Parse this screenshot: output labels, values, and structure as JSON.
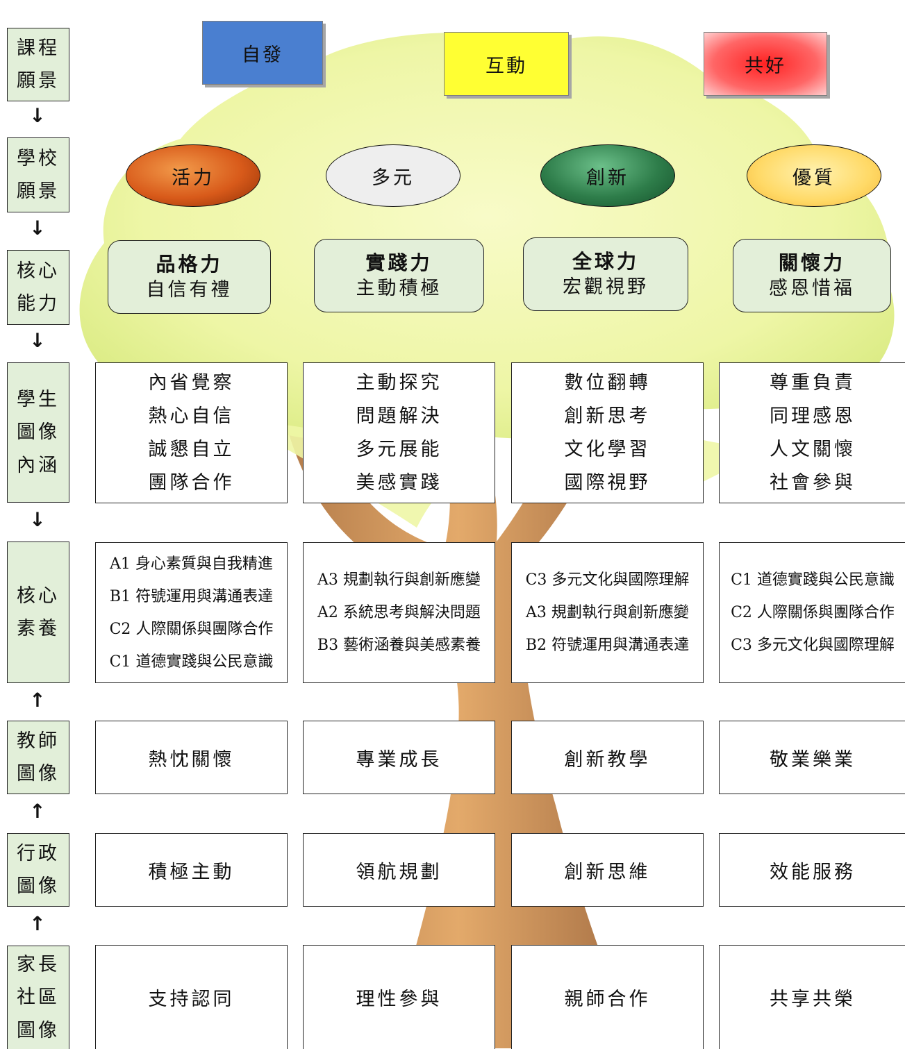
{
  "side_labels": {
    "curriculum_vision": "課程\n願景",
    "school_vision": "學校\n願景",
    "core_competence": "核心\n能力",
    "student_image": "學生\n圖像\n內涵",
    "core_literacy": "核心\n素養",
    "teacher_image": "教師\n圖像",
    "admin_image": "行政\n圖像",
    "parent_image": "家長\n社區\n圖像"
  },
  "arrows": {
    "down": "↓",
    "up": "↑"
  },
  "curriculum_vision": [
    "自發",
    "互動",
    "共好"
  ],
  "school_vision": [
    "活力",
    "多元",
    "創新",
    "優質"
  ],
  "core_competence": [
    {
      "title": "品格力",
      "sub": "自信有禮"
    },
    {
      "title": "實踐力",
      "sub": "主動積極"
    },
    {
      "title": "全球力",
      "sub": "宏觀視野"
    },
    {
      "title": "關懷力",
      "sub": "感恩惜福"
    }
  ],
  "student_image": [
    [
      "內省覺察",
      "熱心自信",
      "誠懇自立",
      "團隊合作"
    ],
    [
      "主動探究",
      "問題解決",
      "多元展能",
      "美感實踐"
    ],
    [
      "數位翻轉",
      "創新思考",
      "文化學習",
      "國際視野"
    ],
    [
      "尊重負責",
      "同理感恩",
      "人文關懷",
      "社會參與"
    ]
  ],
  "core_literacy": [
    [
      "A1 身心素質與自我精進",
      "B1 符號運用與溝通表達",
      "C2 人際關係與團隊合作",
      "C1 道德實踐與公民意識"
    ],
    [
      "A3 規劃執行與創新應變",
      "A2 系統思考與解決問題",
      "B3 藝術涵養與美感素養"
    ],
    [
      "C3 多元文化與國際理解",
      "A3 規劃執行與創新應變",
      "B2 符號運用與溝通表達"
    ],
    [
      "C1 道德實踐與公民意識",
      "C2 人際關係與團隊合作",
      "C3 多元文化與國際理解"
    ]
  ],
  "teacher_image": [
    "熱忱關懷",
    "專業成長",
    "創新教學",
    "敬業樂業"
  ],
  "admin_image": [
    "積極主動",
    "領航規劃",
    "創新思維",
    "效能服務"
  ],
  "parent_image": [
    "支持認同",
    "理性參與",
    "親師合作",
    "共享共榮"
  ],
  "colors": {
    "side_fill": "#e2efd9",
    "core_fill": "#e3efd9",
    "vision_blue": "#4a7fd0",
    "vision_yellow": "#ffff33",
    "vision_red": "#ff3333",
    "ellipse_orange": "#d85a1a",
    "ellipse_gray": "#eeeeee",
    "ellipse_green": "#2e7d4a",
    "ellipse_yellow": "#ffd966",
    "foliage": "#f3f7b0",
    "trunk": "#c8884a"
  }
}
